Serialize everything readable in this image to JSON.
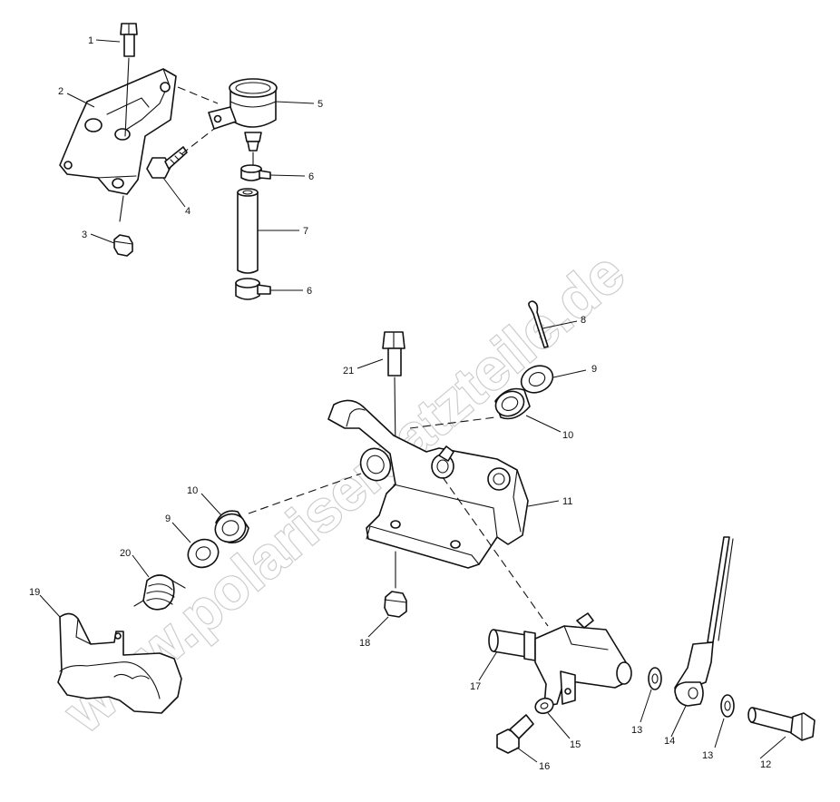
{
  "watermark": "www.polarisersatzteile.de",
  "callouts": {
    "c1": "1",
    "c2": "2",
    "c3": "3",
    "c4": "4",
    "c5": "5",
    "c6a": "6",
    "c6b": "6",
    "c7": "7",
    "c8": "8",
    "c9a": "9",
    "c9b": "9",
    "c10a": "10",
    "c10b": "10",
    "c11": "11",
    "c12": "12",
    "c13a": "13",
    "c13b": "13",
    "c14": "14",
    "c15": "15",
    "c16": "16",
    "c17": "17",
    "c18": "18",
    "c19": "19",
    "c20": "20",
    "c21": "21"
  }
}
